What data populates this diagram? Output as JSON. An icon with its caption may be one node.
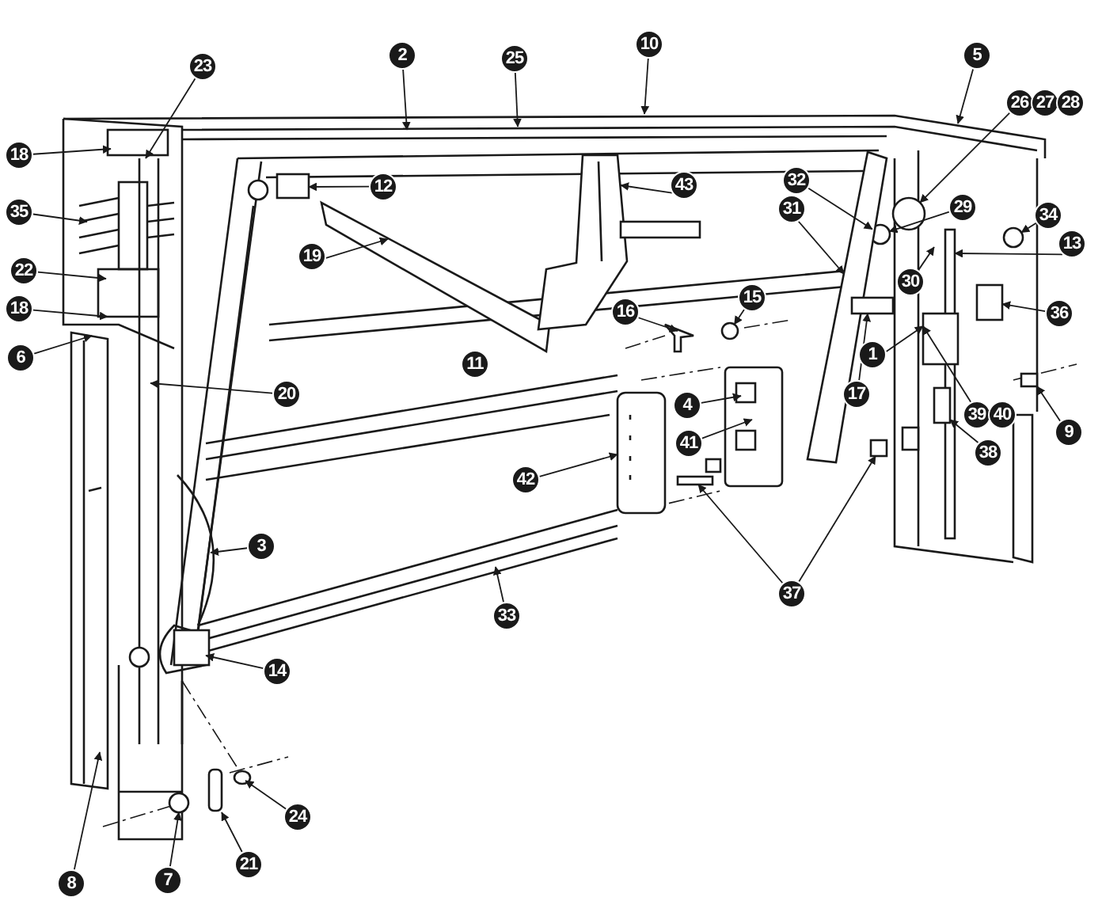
{
  "diagram": {
    "nodes": [
      {
        "text": [
          "10"
        ]
      },
      {
        "text": [
          "2"
        ]
      },
      {
        "text": [
          "5"
        ]
      },
      {
        "text": [
          "25"
        ]
      },
      {
        "text": [
          "23"
        ]
      },
      {
        "text": [
          "26",
          "27",
          "28"
        ]
      },
      {
        "text": [
          "18"
        ]
      },
      {
        "text": [
          "32"
        ]
      },
      {
        "text": [
          "43"
        ]
      },
      {
        "text": [
          "12"
        ]
      },
      {
        "text": [
          "29"
        ]
      },
      {
        "text": [
          "31"
        ]
      },
      {
        "text": [
          "35"
        ]
      },
      {
        "text": [
          "34"
        ]
      },
      {
        "text": [
          "13"
        ]
      },
      {
        "text": [
          "19"
        ]
      },
      {
        "text": [
          "22"
        ]
      },
      {
        "text": [
          "30"
        ]
      },
      {
        "text": [
          "15"
        ]
      },
      {
        "text": [
          "18"
        ]
      },
      {
        "text": [
          "16"
        ]
      },
      {
        "text": [
          "36"
        ]
      },
      {
        "text": [
          "1"
        ]
      },
      {
        "text": [
          "6"
        ]
      },
      {
        "text": [
          "17"
        ]
      },
      {
        "text": [
          "20"
        ]
      },
      {
        "text": [
          "4"
        ]
      },
      {
        "text": [
          "39",
          "40"
        ]
      },
      {
        "text": [
          "9"
        ]
      },
      {
        "text": [
          "41"
        ]
      },
      {
        "text": [
          "38"
        ]
      },
      {
        "text": [
          "42"
        ]
      },
      {
        "text": [
          "3"
        ]
      },
      {
        "text": [
          "37"
        ]
      },
      {
        "text": [
          "33"
        ]
      },
      {
        "text": [
          "14"
        ]
      },
      {
        "text": [
          "24"
        ]
      },
      {
        "text": [
          "21"
        ]
      },
      {
        "text": [
          "8"
        ]
      },
      {
        "text": [
          "7"
        ]
      },
      {
        "text": [
          "11"
        ]
      },
      {
        "text": [],
        "shape": "circle"
      },
      {
        "text": [],
        "shape": "circle"
      },
      {
        "text": [],
        "shape": "bar"
      },
      {
        "text": [],
        "shape": "bar"
      },
      {
        "text": [],
        "shape": "box"
      },
      {
        "text": [],
        "shape": "box"
      },
      {
        "text": [],
        "shape": "box"
      },
      {
        "text": [],
        "shape": "box"
      },
      {
        "text": [],
        "shape": "bar"
      },
      {
        "text": [],
        "shape": "circle"
      },
      {
        "text": [],
        "shape": "circle"
      },
      {
        "text": [],
        "shape": "picture"
      },
      {
        "text": [],
        "shape": "box"
      },
      {
        "text": [],
        "shape": "box"
      },
      {
        "text": [],
        "shape": "box"
      },
      {
        "text": [],
        "shape": "bar"
      },
      {
        "text": [],
        "shape": "picture"
      },
      {
        "text": [],
        "shape": "box"
      }
    ],
    "edges": [
      {
        "from": 0,
        "to": null,
        "arrow": "to"
      },
      {
        "from": 1,
        "to": null,
        "arrow": "to"
      },
      {
        "from": 2,
        "to": null,
        "arrow": "to"
      },
      {
        "from": 3,
        "to": null,
        "arrow": "to"
      },
      {
        "from": 4,
        "to": null,
        "arrow": "to"
      },
      {
        "from": 5,
        "to": 41,
        "arrow": "to"
      },
      {
        "from": 6,
        "to": null,
        "arrow": "to"
      },
      {
        "from": 7,
        "to": 42,
        "arrow": "to"
      },
      {
        "from": 8,
        "to": 57,
        "arrow": "to"
      },
      {
        "from": 9,
        "to": 58,
        "arrow": "to"
      },
      {
        "from": 10,
        "to": 42,
        "arrow": "to"
      },
      {
        "from": 11,
        "to": 43,
        "arrow": "to"
      },
      {
        "from": 12,
        "to": null,
        "arrow": "to"
      },
      {
        "from": 13,
        "to": 50,
        "arrow": "to"
      },
      {
        "from": 14,
        "to": 44,
        "arrow": "to"
      },
      {
        "from": 15,
        "to": 56,
        "arrow": "to"
      },
      {
        "from": 16,
        "to": null,
        "arrow": "to"
      },
      {
        "from": 17,
        "to": null,
        "arrow": "to"
      },
      {
        "from": 18,
        "to": 51,
        "arrow": "to"
      },
      {
        "from": 19,
        "to": null,
        "arrow": "to"
      },
      {
        "from": 20,
        "to": 52,
        "arrow": "to"
      },
      {
        "from": 21,
        "to": 53,
        "arrow": "to"
      },
      {
        "from": 22,
        "to": 45,
        "arrow": "to"
      },
      {
        "from": 23,
        "to": null,
        "arrow": "to"
      },
      {
        "from": 24,
        "to": 46,
        "arrow": "to"
      },
      {
        "from": 25,
        "to": null,
        "arrow": "to"
      },
      {
        "from": 26,
        "to": null,
        "arrow": "to"
      },
      {
        "from": 27,
        "to": 45,
        "arrow": "to"
      },
      {
        "from": 28,
        "to": 47,
        "arrow": "to"
      },
      {
        "from": 29,
        "to": null,
        "arrow": "to"
      },
      {
        "from": 30,
        "to": 48,
        "arrow": "to"
      },
      {
        "from": 31,
        "to": 55,
        "arrow": "to"
      },
      {
        "from": 32,
        "to": null,
        "arrow": "to"
      },
      {
        "from": 33,
        "to": 49,
        "arrow": "to"
      },
      {
        "from": 33,
        "to": 54,
        "arrow": "to"
      },
      {
        "from": 34,
        "to": null,
        "arrow": "to"
      },
      {
        "from": 35,
        "to": null,
        "arrow": "to"
      },
      {
        "from": 36,
        "to": null,
        "arrow": "to"
      },
      {
        "from": 37,
        "to": null,
        "arrow": "to"
      },
      {
        "from": 38,
        "to": null,
        "arrow": "to"
      },
      {
        "from": 39,
        "to": null,
        "arrow": "to"
      }
    ]
  }
}
